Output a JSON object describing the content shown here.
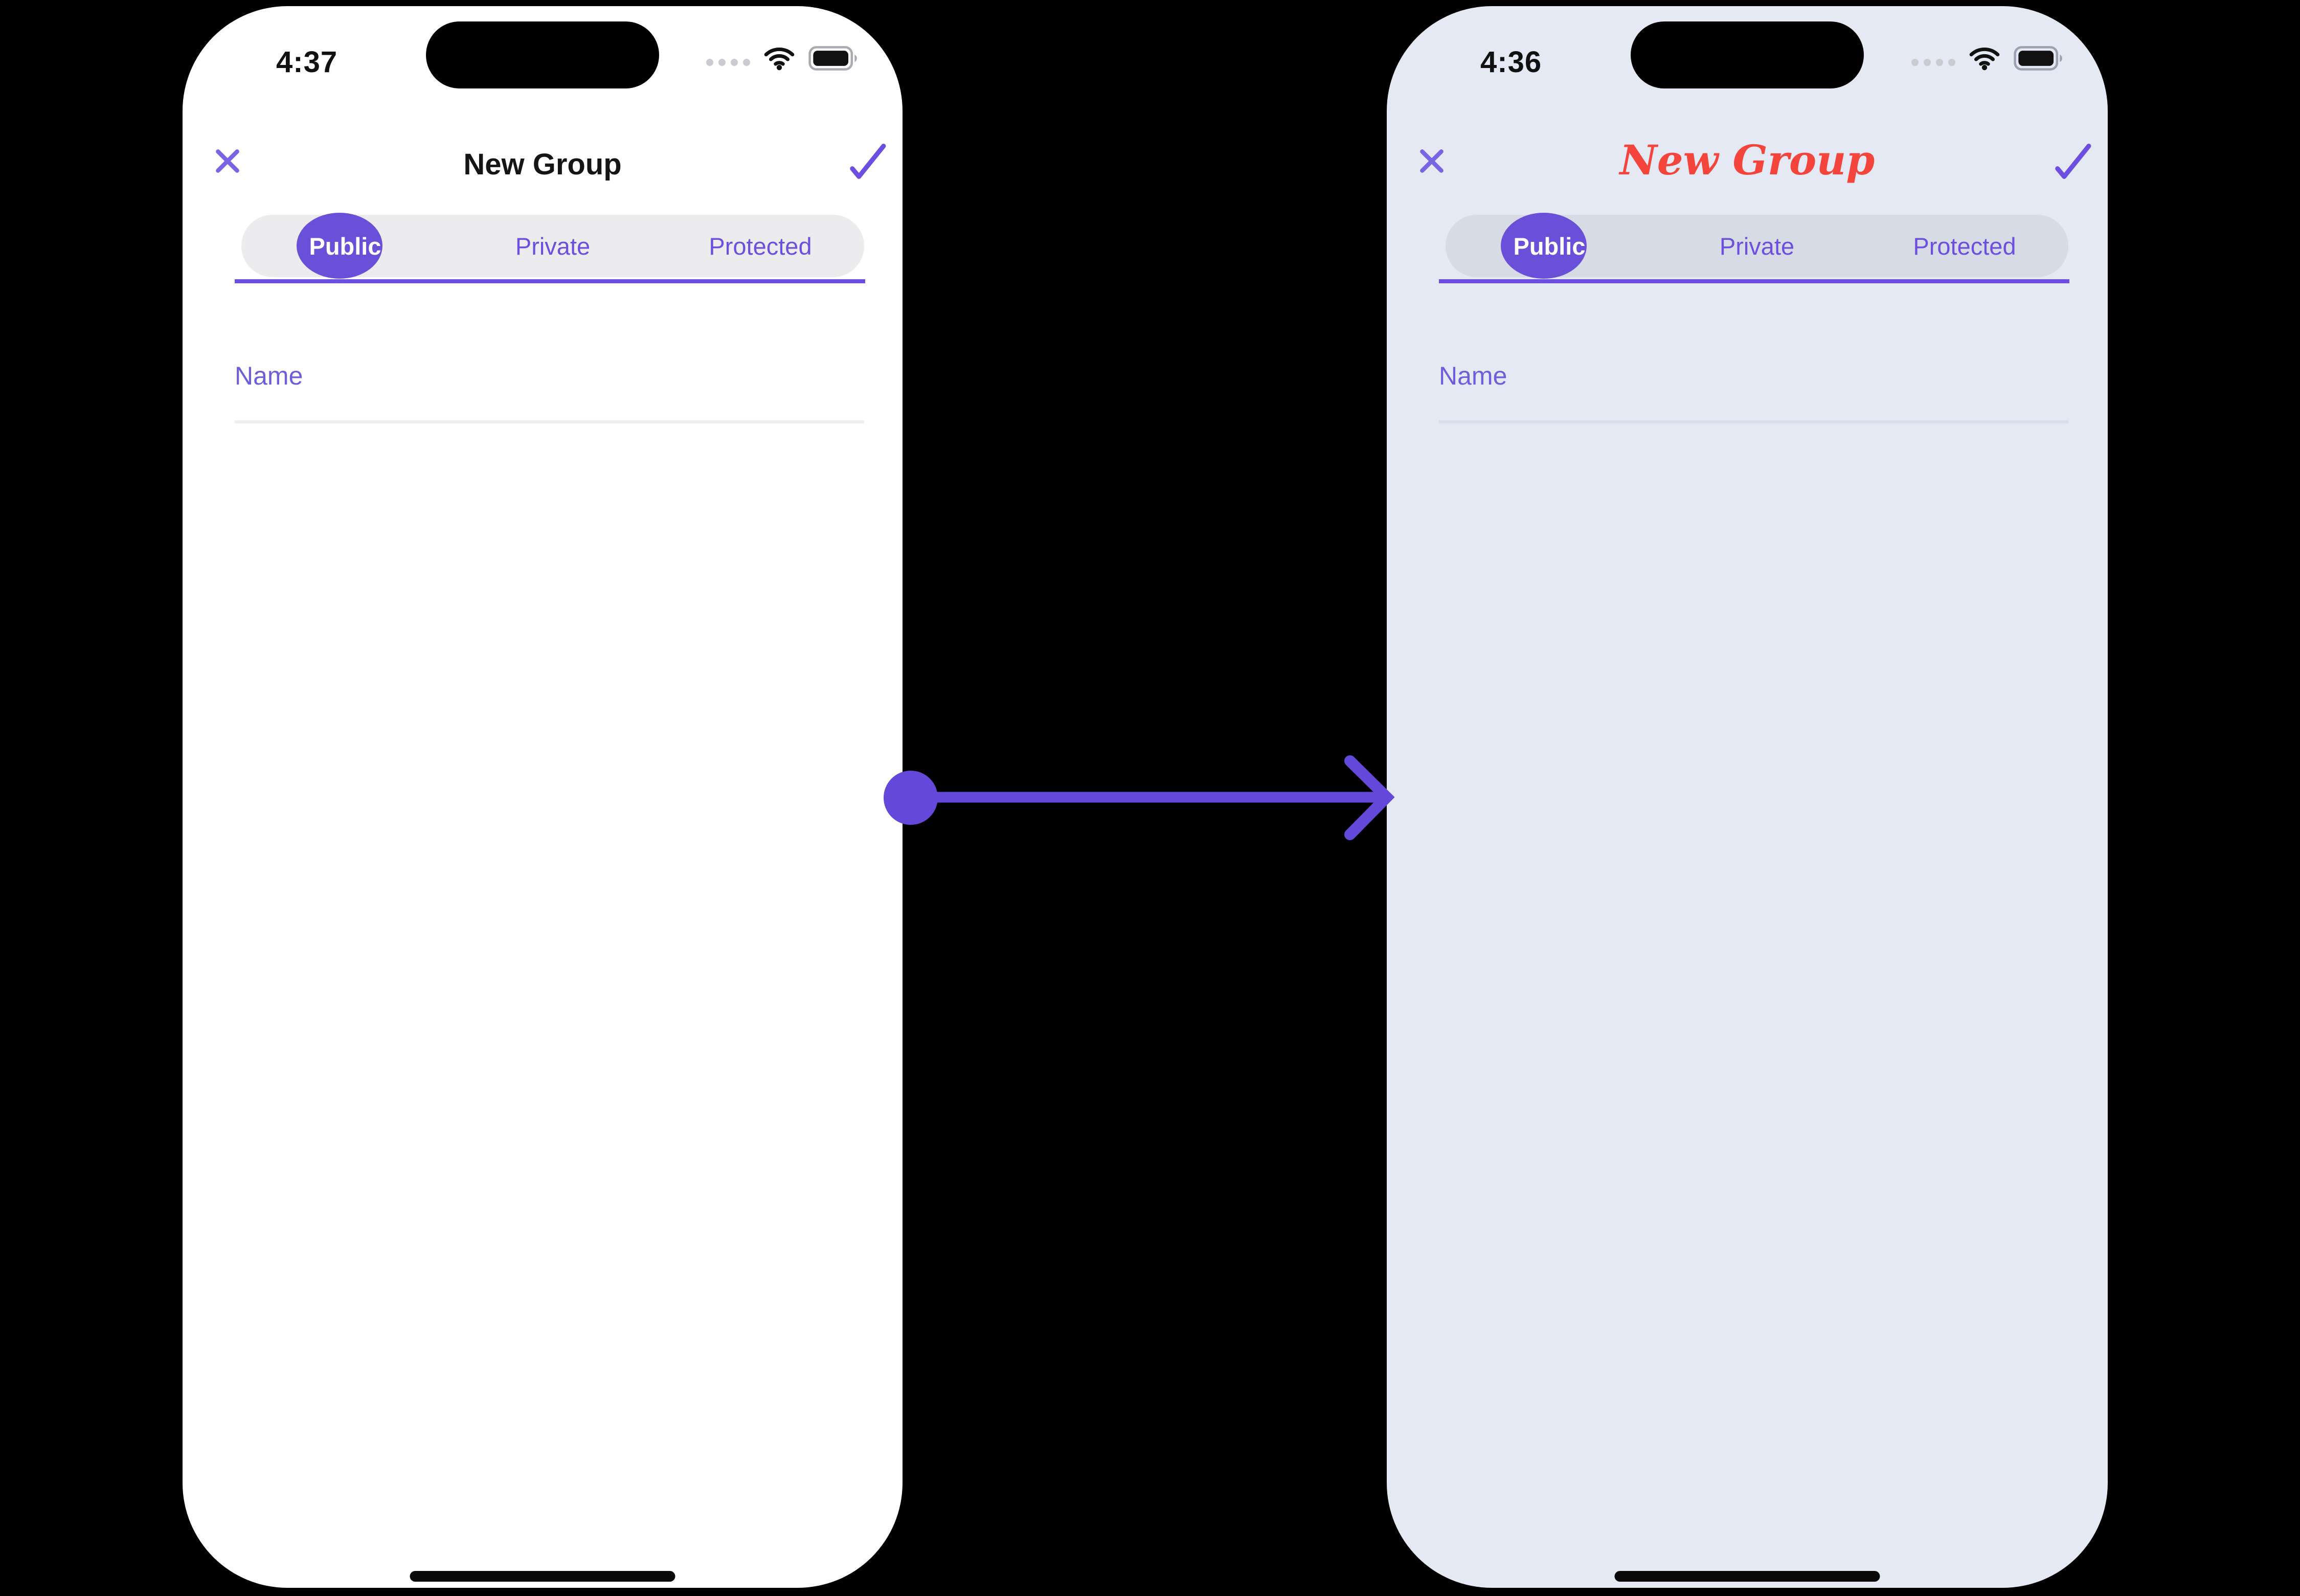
{
  "left_phone": {
    "theme": "light-default",
    "background": "#FFFFFF",
    "status_bar": {
      "time": "4:37"
    },
    "header": {
      "title": "New Group",
      "title_color": "#151517"
    },
    "segmented_control": {
      "tabs": [
        "Public",
        "Private",
        "Protected"
      ],
      "selected": "Public",
      "selected_text_color": "#FFFFFF",
      "track_color": "#ECECEE"
    },
    "form": {
      "name_placeholder": "Name"
    }
  },
  "right_phone": {
    "theme": "lavender-custom",
    "background": "#E4E9F4",
    "status_bar": {
      "time": "4:36"
    },
    "header": {
      "title": "New Group",
      "title_color": "#F4453C",
      "title_style": "cursive"
    },
    "segmented_control": {
      "tabs": [
        "Public",
        "Private",
        "Protected"
      ],
      "selected": "Public",
      "selected_text_color": "#FFFFFF",
      "track_color": "#D6DBE6"
    },
    "form": {
      "name_placeholder": "Name"
    }
  },
  "colors": {
    "canvas_background": "#000000",
    "accent_purple": "#6C4FE0",
    "selected_segment_purple": "#6A50D8",
    "arrow_purple": "#6348DA",
    "name_placeholder_purple": "#6E5EDB",
    "title_red": "#F4453C"
  },
  "icons": {
    "close": "x-mark",
    "confirm": "check-mark",
    "status": [
      "cellular-signal-dots",
      "wifi",
      "battery-full"
    ]
  }
}
